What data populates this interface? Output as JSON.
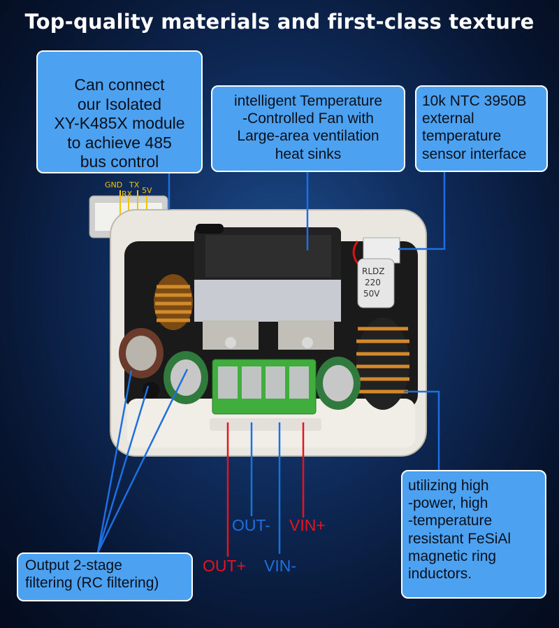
{
  "title": "Top-quality materials and first-class texture",
  "callouts": {
    "module_485": [
      "Can  connect",
      "our Isolated",
      "XY-K485X module",
      "to achieve 485",
      "bus control"
    ],
    "fan": [
      "intelligent Temperature",
      "-Controlled Fan with",
      "Large-area ventilation",
      "heat sinks"
    ],
    "ntc": [
      "10k NTC 3950B",
      "external",
      "temperature",
      "sensor interface"
    ],
    "inductor": [
      "utilizing high",
      "-power, high",
      "-temperature",
      "resistant FeSiAl",
      "magnetic ring",
      "inductors."
    ],
    "filter": [
      "Output 2-stage",
      " filtering (RC filtering)"
    ]
  },
  "pin_labels": {
    "gnd": "GND",
    "tx": "TX",
    "rx": "RX",
    "v5": "5V"
  },
  "capacitor_marking": [
    "RLDZ",
    "220",
    "50V"
  ],
  "terminals": {
    "out_minus": "OUT-",
    "vin_plus": "VIN+",
    "out_plus": "OUT+",
    "vin_minus": "VIN-"
  },
  "colors": {
    "callout_fill": "#4ca2f0",
    "line_blue": "#1e6fe0",
    "line_red": "#e8141c",
    "terminal_green": "#3fae3c"
  }
}
